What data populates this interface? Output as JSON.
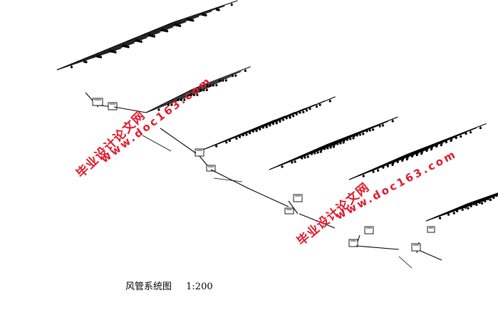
{
  "drawing": {
    "caption_title": "风管系统图",
    "caption_scale": "1:200"
  },
  "watermarks": [
    {
      "site_name": "毕业设计论文网",
      "url": "www.doc163.com"
    },
    {
      "site_name": "毕业设计论文网",
      "url": "www.doc163.com"
    }
  ],
  "colors": {
    "line": "#000000",
    "watermark": "#e0192a",
    "background": "#ffffff"
  }
}
